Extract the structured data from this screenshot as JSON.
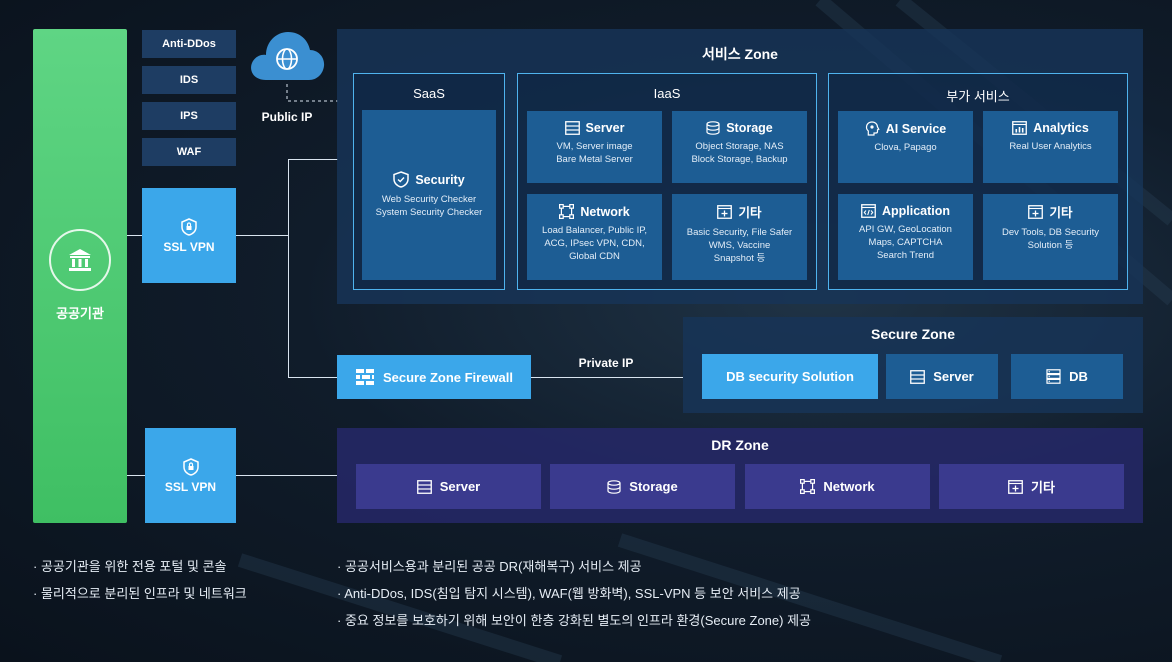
{
  "gov": {
    "label": "공공기관"
  },
  "security_services": [
    "Anti-DDos",
    "IDS",
    "IPS",
    "WAF"
  ],
  "public_ip": "Public IP",
  "ssl_vpn_1": "SSL VPN",
  "ssl_vpn_2": "SSL VPN",
  "firewall": "Secure Zone Firewall",
  "private_ip": "Private IP",
  "service_zone": {
    "title": "서비스 Zone",
    "saas": {
      "title": "SaaS",
      "card_title": "Security",
      "card_desc": [
        "Web Security Checker",
        "System Security Checker"
      ]
    },
    "iaas": {
      "title": "IaaS",
      "cards": [
        {
          "title": "Server",
          "icon": "server-icon",
          "desc": [
            "VM, Server image",
            "Bare Metal Server"
          ]
        },
        {
          "title": "Storage",
          "icon": "storage-icon",
          "desc": [
            "Object Storage, NAS",
            "Block Storage, Backup"
          ]
        },
        {
          "title": "Network",
          "icon": "network-icon",
          "desc": [
            "Load Balancer, Public IP,",
            "ACG, IPsec VPN, CDN,",
            "Global CDN"
          ]
        },
        {
          "title": "기타",
          "icon": "plus-icon",
          "desc": [
            "Basic Security, File Safer",
            "WMS, Vaccine",
            "Snapshot 등"
          ]
        }
      ]
    },
    "addon": {
      "title": "부가 서비스",
      "cards": [
        {
          "title": "AI Service",
          "icon": "ai-icon",
          "desc": [
            "Clova, Papago"
          ]
        },
        {
          "title": "Analytics",
          "icon": "analytics-icon",
          "desc": [
            "Real User Analytics"
          ]
        },
        {
          "title": "Application",
          "icon": "code-icon",
          "desc": [
            "API GW, GeoLocation",
            "Maps, CAPTCHA",
            "Search Trend"
          ]
        },
        {
          "title": "기타",
          "icon": "plus-icon",
          "desc": [
            "Dev Tools, DB Security",
            "Solution 등"
          ]
        }
      ]
    }
  },
  "secure_zone": {
    "title": "Secure Zone",
    "items": [
      "DB security Solution",
      "Server",
      "DB"
    ]
  },
  "dr_zone": {
    "title": "DR Zone",
    "items": [
      "Server",
      "Storage",
      "Network",
      "기타"
    ]
  },
  "bullets_left": [
    "· 공공기관을 위한 전용 포털 및 콘솔",
    "· 물리적으로 분리된 인프라 및 네트워크"
  ],
  "bullets_right": [
    "· 공공서비스용과 분리된 공공 DR(재해복구) 서비스 제공",
    "· Anti-DDos, IDS(침입 탐지 시스템), WAF(웹 방화벽), SSL-VPN 등 보안 서비스 제공",
    "· 중요 정보를 보호하기 위해 보안이 한층 강화된 별도의 인프라 환경(Secure Zone) 제공"
  ],
  "colors": {
    "green": "#4cc870",
    "blue": "#3ba7ea",
    "zone": "#173458",
    "dr": "#3a3a8e"
  }
}
